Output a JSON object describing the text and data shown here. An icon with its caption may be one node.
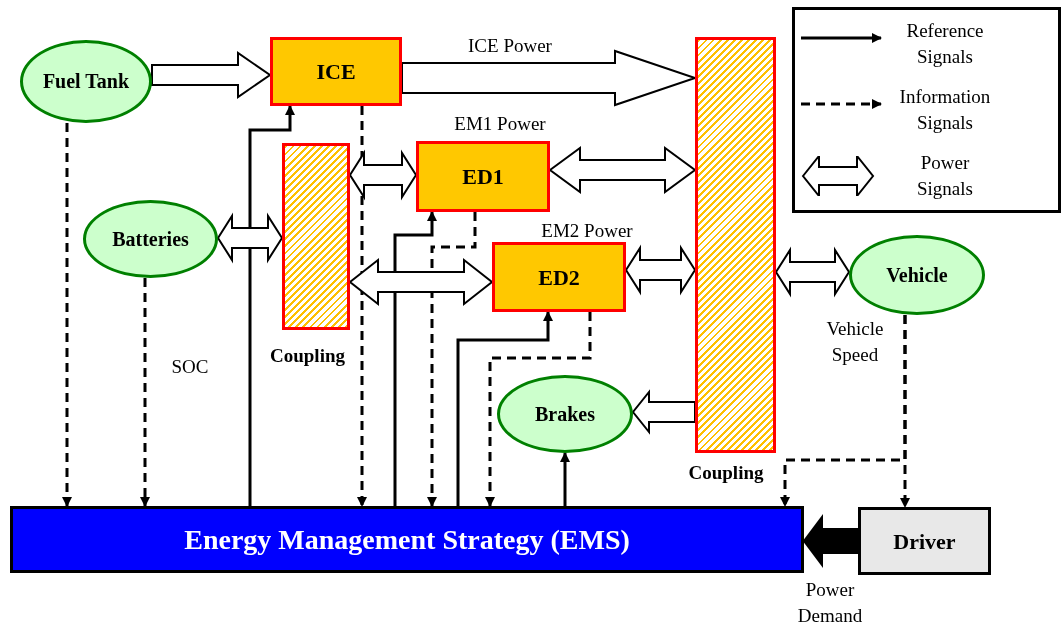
{
  "diagram": {
    "nodes": [
      {
        "text": [
          "Fuel Tank"
        ]
      },
      {
        "text": [
          "ICE"
        ]
      },
      {
        "text": [
          "Coupling"
        ]
      },
      {
        "text": [
          "ED1"
        ]
      },
      {
        "text": [
          "Batteries"
        ]
      },
      {
        "text": [
          "ED2"
        ]
      },
      {
        "text": [
          "Coupling"
        ]
      },
      {
        "text": [
          "Vehicle"
        ]
      },
      {
        "text": [
          "Brakes"
        ]
      },
      {
        "text": [
          "Energy Management Strategy (EMS)"
        ]
      },
      {
        "text": [
          "Driver"
        ]
      }
    ],
    "edges": [
      {
        "from": 0,
        "to": 1,
        "arrow": "to",
        "style": "thick"
      },
      {
        "from": 1,
        "to": 6,
        "arrow": "to",
        "style": "thick",
        "label": "ICE Power"
      },
      {
        "from": 2,
        "to": 3,
        "arrow": "both",
        "style": "thick"
      },
      {
        "from": 3,
        "to": 6,
        "arrow": "both",
        "style": "thick"
      },
      {
        "from": 4,
        "to": 2,
        "arrow": "both",
        "style": "thick"
      },
      {
        "from": 2,
        "to": 5,
        "arrow": "both",
        "style": "thick"
      },
      {
        "from": 5,
        "to": 6,
        "arrow": "both",
        "style": "thick"
      },
      {
        "from": 6,
        "to": 7,
        "arrow": "both",
        "style": "thick"
      },
      {
        "from": 6,
        "to": 8,
        "arrow": "to",
        "style": "thick"
      },
      {
        "from": 9,
        "to": 1,
        "arrow": "to"
      },
      {
        "from": 9,
        "to": 3,
        "arrow": "to"
      },
      {
        "from": 9,
        "to": 5,
        "arrow": "to"
      },
      {
        "from": 9,
        "to": 8,
        "arrow": "to"
      },
      {
        "from": 0,
        "to": 9,
        "arrow": "to",
        "style": "dashed"
      },
      {
        "from": 4,
        "to": 9,
        "arrow": "to",
        "style": "dashed",
        "label": "SOC"
      },
      {
        "from": 1,
        "to": 9,
        "arrow": "to",
        "style": "dashed"
      },
      {
        "from": 3,
        "to": 9,
        "arrow": "to",
        "style": "dashed"
      },
      {
        "from": 5,
        "to": 9,
        "arrow": "to",
        "style": "dashed"
      },
      {
        "from": 7,
        "to": 10,
        "arrow": "to",
        "style": "dashed"
      },
      {
        "from": 7,
        "to": 9,
        "arrow": "to",
        "style": "dashed"
      },
      {
        "from": 10,
        "to": 9,
        "arrow": "to",
        "style": "thick",
        "color": "#000000",
        "label": "Power Demand"
      }
    ],
    "labels": [
      "EM1 Power",
      "EM2 Power",
      "Vehicle Speed"
    ],
    "legend": [
      {
        "text": "Reference Signals"
      },
      {
        "text": "Information Signals"
      },
      {
        "text": "Power Signals"
      }
    ]
  }
}
